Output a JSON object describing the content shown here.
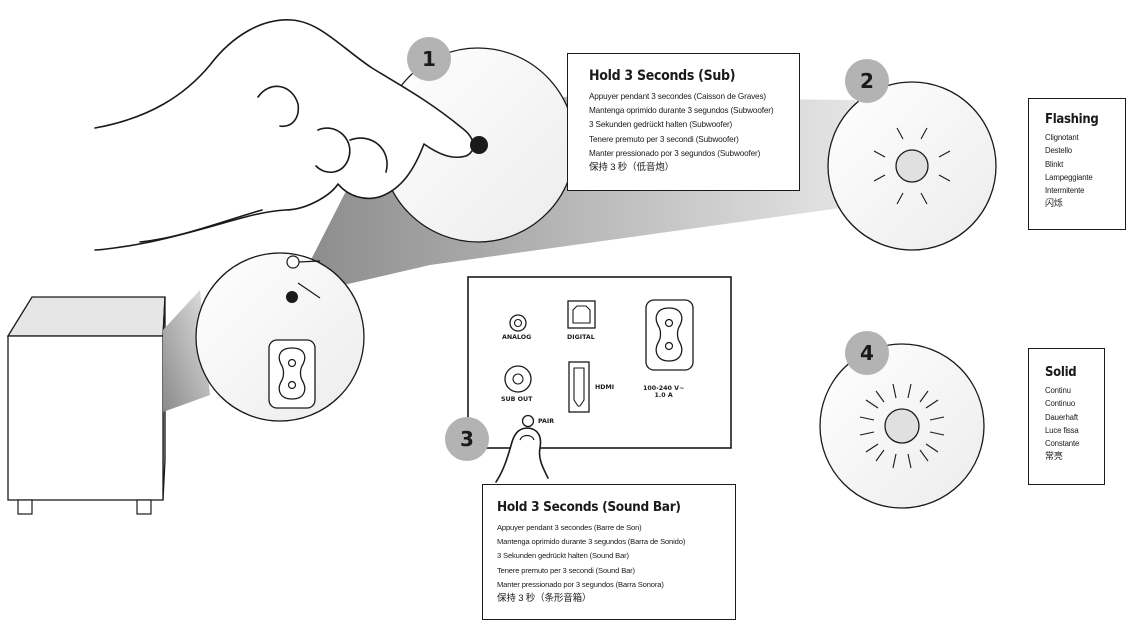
{
  "steps": [
    "1",
    "2",
    "3",
    "4"
  ],
  "sub_instruction": {
    "title": "Hold 3 Seconds (Sub)",
    "lines": [
      "Appuyer pendant 3 secondes (Caisson de Graves)",
      "Mantenga oprimido durante 3 segundos (Subwoofer)",
      "3 Sekunden gedrückt halten (Subwoofer)",
      "Tenere premuto per 3 secondi (Subwoofer)",
      "Manter pressionado por 3 segundos (Subwoofer)",
      "保持 3 秒（低音炮）"
    ]
  },
  "flashing": {
    "title": "Flashing",
    "lines": [
      "Clignotant",
      "Destello",
      "Blinkt",
      "Lampeggiante",
      "Intermitente",
      "闪烁"
    ]
  },
  "solid": {
    "title": "Solid",
    "lines": [
      "Continu",
      "Continuo",
      "Dauerhaft",
      "Luce fissa",
      "Constante",
      "常亮"
    ]
  },
  "bar_instruction": {
    "title": "Hold 3 Seconds (Sound Bar)",
    "lines": [
      "Appuyer pendant 3 secondes (Barre de Son)",
      "Mantenga oprimido durante 3 segundos (Barra de Sonido)",
      "3 Sekunden gedrückt halten (Sound Bar)",
      "Tenere premuto per 3 secondi (Sound Bar)",
      "Manter pressionado por 3 segundos (Barra Sonora)",
      "保持 3 秒（条形音箱）"
    ]
  },
  "panel": {
    "analog": "ANALOG",
    "digital": "DIGITAL",
    "sub_out": "SUB OUT",
    "hdmi": "HDMI",
    "power_line1": "100-240 V~",
    "power_line2": "1.0 A",
    "pair": "PAIR"
  },
  "colors": {
    "ink": "#1a1a1a",
    "badge": "#b3b3b3",
    "zoom_shadow": "#9a9a9a"
  }
}
